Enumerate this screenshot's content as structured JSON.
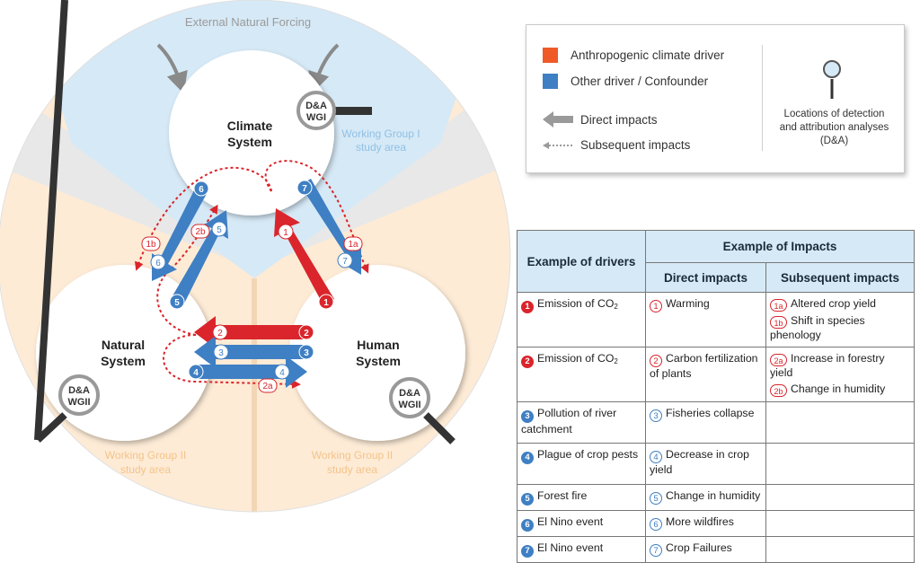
{
  "diagram": {
    "external_forcing": "External Natural Forcing",
    "climate_system": [
      "Climate",
      "System"
    ],
    "natural_system": [
      "Natural",
      "System"
    ],
    "human_system": [
      "Human",
      "System"
    ],
    "wg1_area": [
      "Working Group I",
      "study area"
    ],
    "wg2_area_left": [
      "Working Group II",
      "study area"
    ],
    "wg2_area_right": [
      "Working Group II",
      "study area"
    ],
    "da_wgi": [
      "D&A",
      "WGI"
    ],
    "da_wgii_left": [
      "D&A",
      "WGII"
    ],
    "da_wgii_right": [
      "D&A",
      "WGII"
    ],
    "markers": {
      "m1": "1",
      "m1o": "1",
      "m1a": "1a",
      "m2l": "2",
      "m2r": "2",
      "m2a": "2a",
      "m2b": "2b",
      "m3l": "3",
      "m3r": "3",
      "m4l": "4",
      "m4r": "4",
      "m5": "5",
      "m5o": "5",
      "m6": "6",
      "m6o": "6",
      "m1b": "1b",
      "m7": "7",
      "m7o": "7"
    },
    "colors": {
      "anthropogenic": "#d9252b",
      "other": "#3f7fc3",
      "wg1": "#d6e9f6",
      "wg2": "#fdebd6",
      "outer": "#e8e8e8"
    }
  },
  "legend": {
    "anthropogenic": "Anthropogenic climate driver",
    "other": "Other driver / Confounder",
    "direct": "Direct impacts",
    "subsequent": "Subsequent impacts",
    "da_locations": [
      "Locations of detection",
      "and attribution analyses",
      "(D&A)"
    ]
  },
  "table": {
    "header_drivers": "Example of drivers",
    "header_impacts": "Example of Impacts",
    "header_direct": "Direct impacts",
    "header_subsequent": "Subsequent impacts",
    "rows": [
      {
        "n": "1",
        "driver": "Emission of CO",
        "driver_sub": "2",
        "direct": "Warming",
        "sub1_n": "1a",
        "sub1": "Altered crop yield",
        "sub2_n": "1b",
        "sub2": "Shift in species phenology"
      },
      {
        "n": "2",
        "driver": "Emission of CO",
        "driver_sub": "2",
        "direct": "Carbon fertilization of plants",
        "sub1_n": "2a",
        "sub1": "Increase in forestry yield",
        "sub2_n": "2b",
        "sub2": "Change in humidity"
      },
      {
        "n": "3",
        "driver": "Pollution of river catchment",
        "direct": "Fisheries collapse"
      },
      {
        "n": "4",
        "driver": "Plague of crop pests",
        "direct": "Decrease in crop yield"
      },
      {
        "n": "5",
        "driver": "Forest fire",
        "direct": "Change in humidity"
      },
      {
        "n": "6",
        "driver": "El Nino event",
        "direct": "More wildfires"
      },
      {
        "n": "7",
        "driver": "El Nino event",
        "direct": "Crop Failures"
      }
    ]
  }
}
